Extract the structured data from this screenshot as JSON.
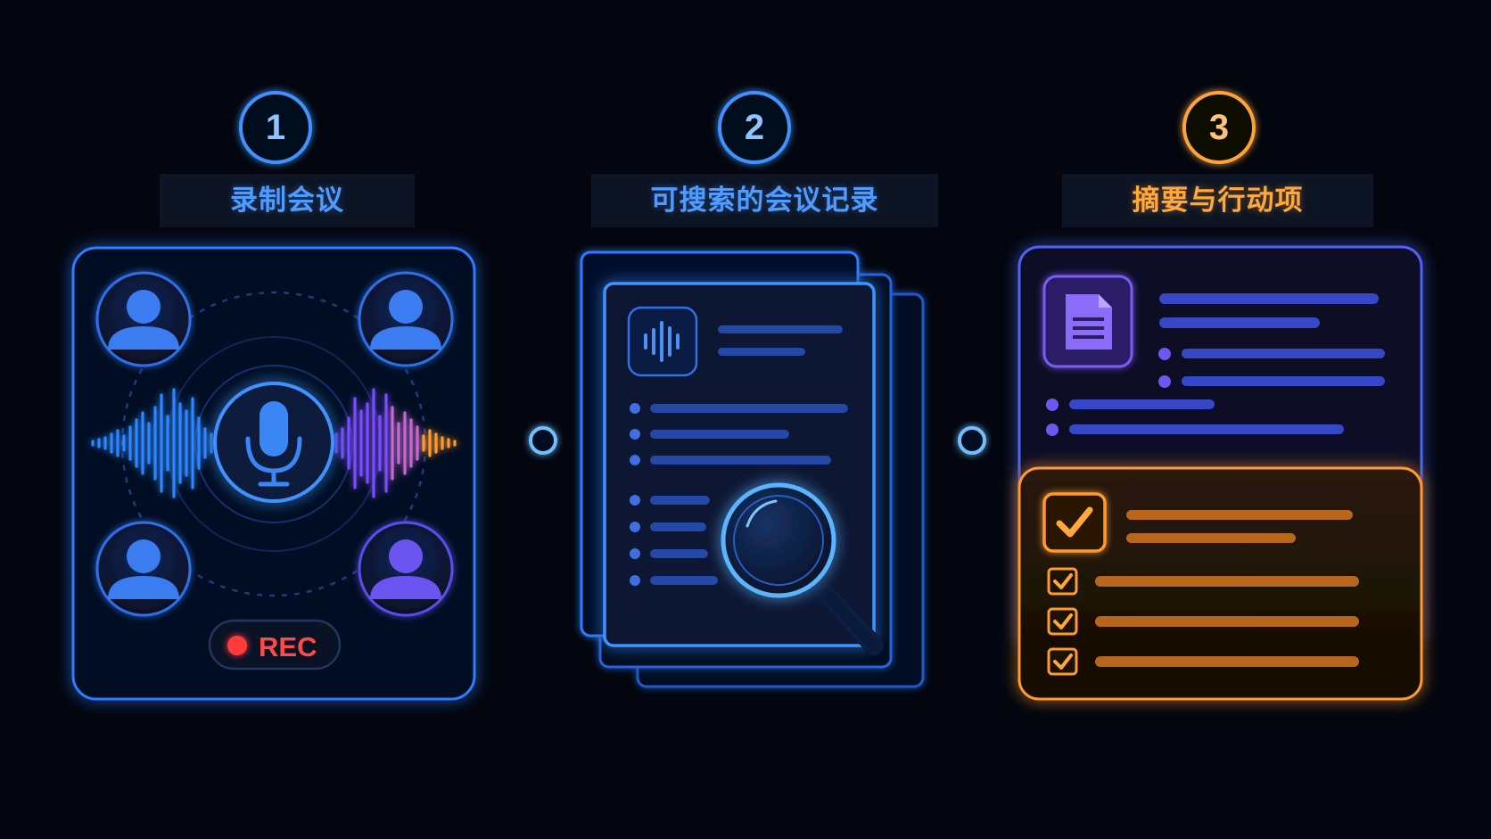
{
  "steps": [
    {
      "number": "1",
      "title": "录制会议"
    },
    {
      "number": "2",
      "title": "可搜索的会议记录"
    },
    {
      "number": "3",
      "title": "摘要与行动项"
    }
  ],
  "recording": {
    "badge": "REC"
  },
  "icons": {
    "step1": [
      "participant-avatar-icon",
      "microphone-icon",
      "sound-wave-icon"
    ],
    "step2": [
      "transcript-document-icon",
      "audio-wave-icon",
      "magnifier-icon"
    ],
    "step3": [
      "summary-document-icon",
      "checkbox-checked-icon"
    ]
  },
  "colors": {
    "background": "#03060f",
    "blue": "#2f6dff",
    "blue_light": "#5aa8ff",
    "purple": "#6b4fe0",
    "orange": "#ff9a2e",
    "rec_red": "#ff3a3a"
  }
}
